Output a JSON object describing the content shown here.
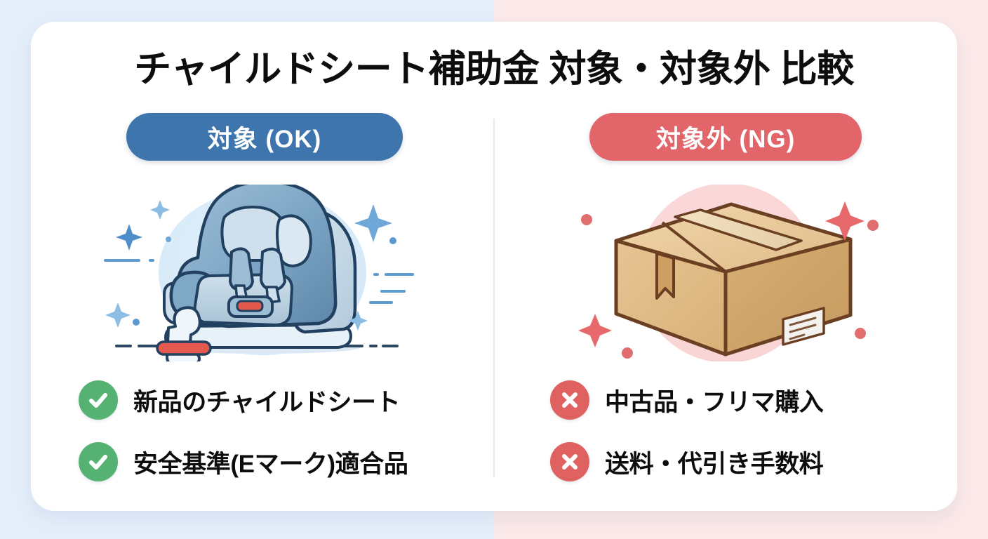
{
  "page": {
    "title": "チャイルドシート補助金 対象・対象外 比較",
    "background_left_color": "#e4eefb",
    "background_right_color": "#fce9e9",
    "card_color": "#ffffff",
    "divider_color": "#e9e9ea"
  },
  "columns": {
    "ok": {
      "badge_label": "対象 (OK)",
      "badge_color": "#3f75ad",
      "illustration_name": "child-car-seat-illustration",
      "mark_color": "#55b272",
      "items": [
        {
          "label": "新品のチャイルドシート"
        },
        {
          "label": "安全基準(Eマーク)適合品"
        }
      ]
    },
    "ng": {
      "badge_label": "対象外 (NG)",
      "badge_color": "#e2656a",
      "illustration_name": "cardboard-box-illustration",
      "mark_color": "#df6260",
      "items": [
        {
          "label": "中古品・フリマ購入"
        },
        {
          "label": "送料・代引き手数料"
        }
      ]
    }
  }
}
